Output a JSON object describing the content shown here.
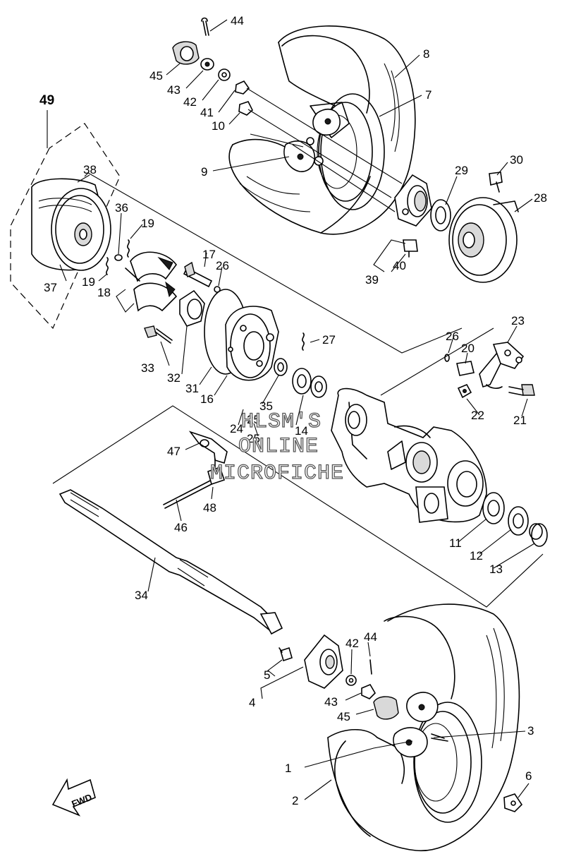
{
  "watermark": {
    "line1": "HLSM'S",
    "line2": "ONLINE",
    "line3": "MICROFICHE"
  },
  "direction_label": "FWD",
  "assembly_label": "49",
  "parts": {
    "p1": "1",
    "p2": "2",
    "p3": "3",
    "p4": "4",
    "p5": "5",
    "p6": "6",
    "p7": "7",
    "p8": "8",
    "p9": "9",
    "p10": "10",
    "p11": "11",
    "p12": "12",
    "p13": "13",
    "p14": "14",
    "p16": "16",
    "p17": "17",
    "p18": "18",
    "p19a": "19",
    "p19b": "19",
    "p20": "20",
    "p21": "21",
    "p22": "22",
    "p23": "23",
    "p24": "24",
    "p25a": "25",
    "p25b": "25",
    "p26a": "26",
    "p26b": "26",
    "p27": "27",
    "p28": "28",
    "p29": "29",
    "p30": "30",
    "p31": "31",
    "p32": "32",
    "p33": "33",
    "p34": "34",
    "p35": "35",
    "p36": "36",
    "p37": "37",
    "p38": "38",
    "p39": "39",
    "p40": "40",
    "p41": "41",
    "p42a": "42",
    "p42b": "42",
    "p43a": "43",
    "p43b": "43",
    "p44a": "44",
    "p44b": "44",
    "p45a": "45",
    "p45b": "45",
    "p46": "46",
    "p47": "47",
    "p48": "48"
  }
}
